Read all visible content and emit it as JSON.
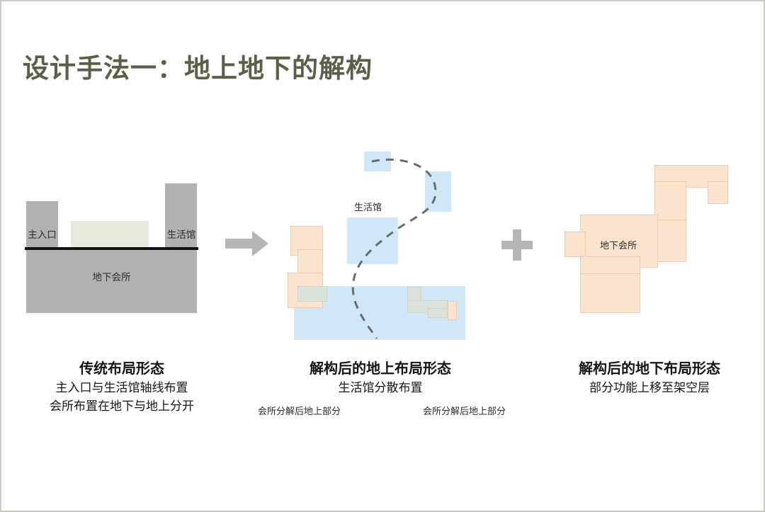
{
  "slide": {
    "title": "设计手法一：地上地下的解构",
    "title_color": "#5a5f48",
    "background_color": "#ffffff",
    "border_color": "#c9ccc3"
  },
  "palette": {
    "gray_block": "#b1b1b1",
    "cream_block": "#e9e9dd",
    "ground_line": "#111111",
    "blue_shape": "#cfe7f7",
    "peach_shape": "#fbe3cd",
    "peach_outline": "#d8b894",
    "overlap_shape": "#dbe2da",
    "connector_gray": "#b5b5b5",
    "dashed_curve": "#6b6b6b"
  },
  "panels": {
    "traditional": {
      "name": "传统布局形态",
      "labels": {
        "main_entrance": "主入口",
        "life_hall": "生活馆",
        "underground_club": "地下会所"
      }
    },
    "above_ground": {
      "name": "解构后的地上布局形态",
      "labels": {
        "life_hall": "生活馆",
        "club_above_left": "会所分解后地上部分",
        "club_above_right": "会所分解后地上部分"
      }
    },
    "below_ground": {
      "name": "解构后的地下布局形态",
      "labels": {
        "underground_club": "地下会所"
      }
    }
  },
  "connectors": {
    "arrow": "arrow-right-icon",
    "plus": "plus-icon"
  },
  "captions": {
    "traditional": {
      "title": "传统布局形态",
      "line1": "主入口与生活馆轴线布置",
      "line2": "会所布置在地下与地上分开"
    },
    "above_ground": {
      "title": "解构后的地上布局形态",
      "line1": "生活馆分散布置",
      "line2": ""
    },
    "below_ground": {
      "title": "解构后的地下布局形态",
      "line1": "部分功能上移至架空层",
      "line2": ""
    }
  }
}
